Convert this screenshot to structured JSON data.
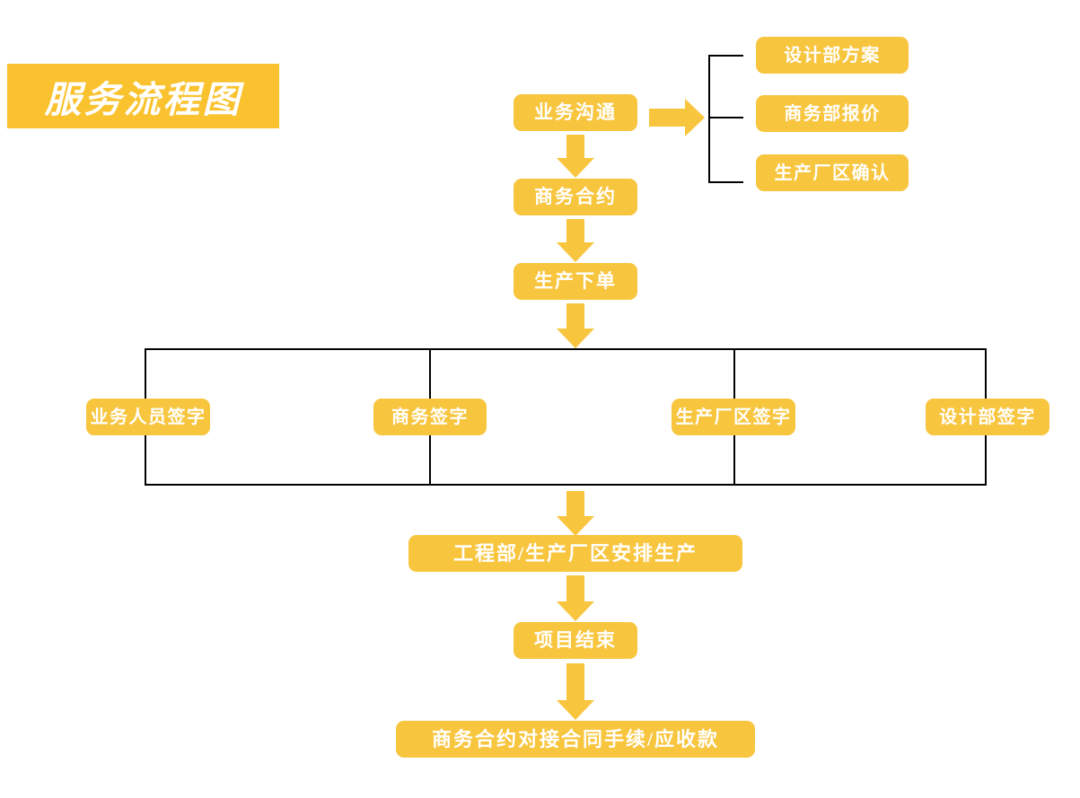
{
  "page": {
    "title": "服务流程图",
    "background": "#ffffff",
    "accent_color": "#F8C53E",
    "title_band_color": "#F9C22E",
    "connector_color": "#000000",
    "node_text_color": "#ffffff"
  },
  "branch_nodes": [
    {
      "label": "设计部方案"
    },
    {
      "label": "商务部报价"
    },
    {
      "label": "生产厂区确认"
    }
  ],
  "main_flow": [
    {
      "label": "业务沟通"
    },
    {
      "label": "商务合约"
    },
    {
      "label": "生产下单"
    }
  ],
  "signature_nodes": [
    {
      "label": "业务人员签字"
    },
    {
      "label": "商务签字"
    },
    {
      "label": "生产厂区签字"
    },
    {
      "label": "设计部签字"
    }
  ],
  "final_flow": [
    {
      "label": "工程部/生产厂区安排生产"
    },
    {
      "label": "项目结束"
    },
    {
      "label": "商务合约对接合同手续/应收款"
    }
  ]
}
